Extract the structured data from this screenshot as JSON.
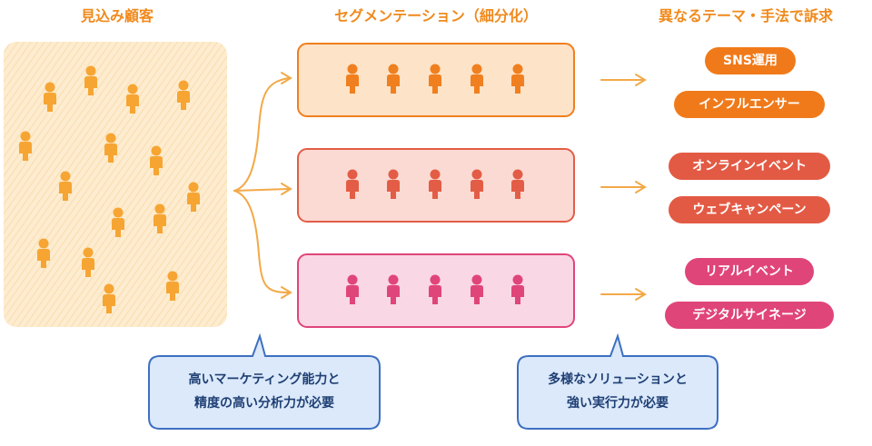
{
  "headings": {
    "prospects": "見込み顧客",
    "segmentation": "セグメンテーション（細分化）",
    "themes": "異なるテーマ・手法で訴求"
  },
  "segments": [
    {
      "color": "#f07f1f",
      "fill": "#fde3c8",
      "tags": [
        "SNS運用",
        "インフルエンサー"
      ],
      "tag_color": "#f07a1a"
    },
    {
      "color": "#e35d46",
      "fill": "#fbdad3",
      "tags": [
        "オンラインイベント",
        "ウェブキャンペーン"
      ],
      "tag_color": "#e35a44"
    },
    {
      "color": "#e0457a",
      "fill": "#f9d7e4",
      "tags": [
        "リアルイベント",
        "デジタルサイネージ"
      ],
      "tag_color": "#e0457a"
    }
  ],
  "callouts": [
    {
      "lines": [
        "高いマーケティング能力と",
        "精度の高い分析力が必要"
      ]
    },
    {
      "lines": [
        "多様なソリューションと",
        "強い実行力が必要"
      ]
    }
  ],
  "colors": {
    "heading": "#f08a1c",
    "prospect_person": "#f6a533",
    "prospect_fill": "#fdeccf",
    "arrow": "#f3a947",
    "callout_fill": "#dbe9fb",
    "callout_stroke": "#3d6fc0",
    "callout_text": "#1f3f73"
  }
}
